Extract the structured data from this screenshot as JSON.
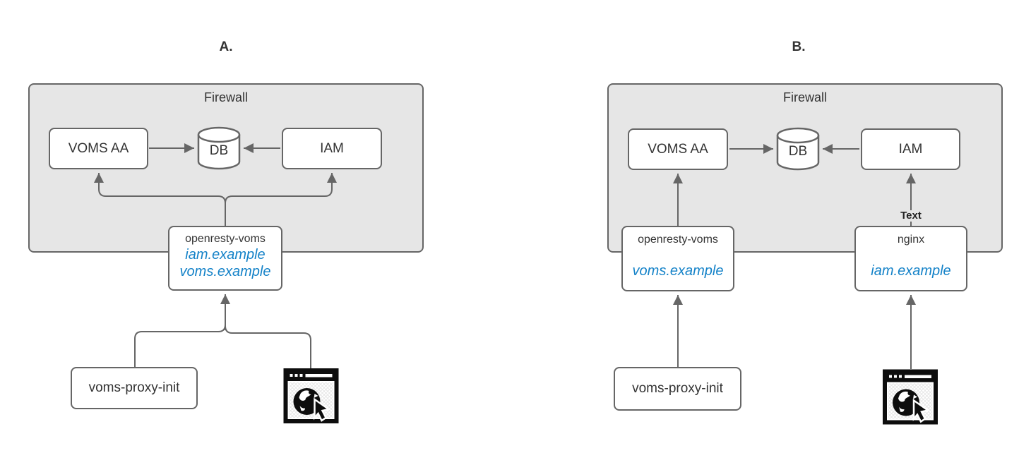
{
  "colors": {
    "firewall_fill": "#e6e6e6",
    "stroke": "#666666",
    "text": "#333333",
    "blue": "#1482c8",
    "icon_black": "#0d0d0d"
  },
  "diagram_a": {
    "title": "A.",
    "firewall": {
      "label": "Firewall"
    },
    "voms_aa": {
      "label": "VOMS AA"
    },
    "db": {
      "label": "DB"
    },
    "iam": {
      "label": "IAM"
    },
    "proxy": {
      "name": "openresty-voms",
      "domains": [
        "iam.example",
        "voms.example"
      ]
    },
    "client": {
      "label": "voms-proxy-init"
    },
    "browser": {
      "icon": "browser-globe-cursor-icon"
    }
  },
  "diagram_b": {
    "title": "B.",
    "firewall": {
      "label": "Firewall"
    },
    "voms_aa": {
      "label": "VOMS AA"
    },
    "db": {
      "label": "DB"
    },
    "iam": {
      "label": "IAM"
    },
    "proxy": {
      "name": "openresty-voms",
      "domains": [
        "voms.example"
      ]
    },
    "nginx": {
      "name": "nginx",
      "domains": [
        "iam.example"
      ]
    },
    "edge_label": "Text",
    "client": {
      "label": "voms-proxy-init"
    },
    "browser": {
      "icon": "browser-globe-cursor-icon"
    }
  }
}
